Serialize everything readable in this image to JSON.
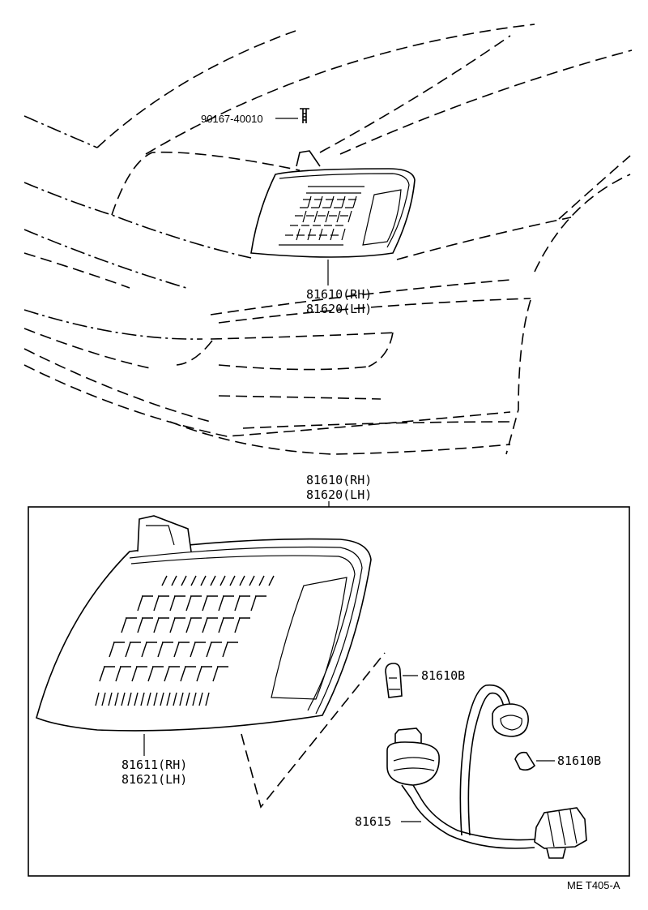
{
  "labels": {
    "screw_part": "90167-40010",
    "top_lamp_rh": "81610(RH)",
    "top_lamp_lh": "81620(LH)",
    "box_lamp_rh": "81610(RH)",
    "box_lamp_lh": "81620(LH)",
    "lens_rh": "81611(RH)",
    "lens_lh": "81621(LH)",
    "bulb_1": "81610B",
    "bulb_2": "81610B",
    "socket": "81615",
    "figure_code": "ME T405-A"
  }
}
